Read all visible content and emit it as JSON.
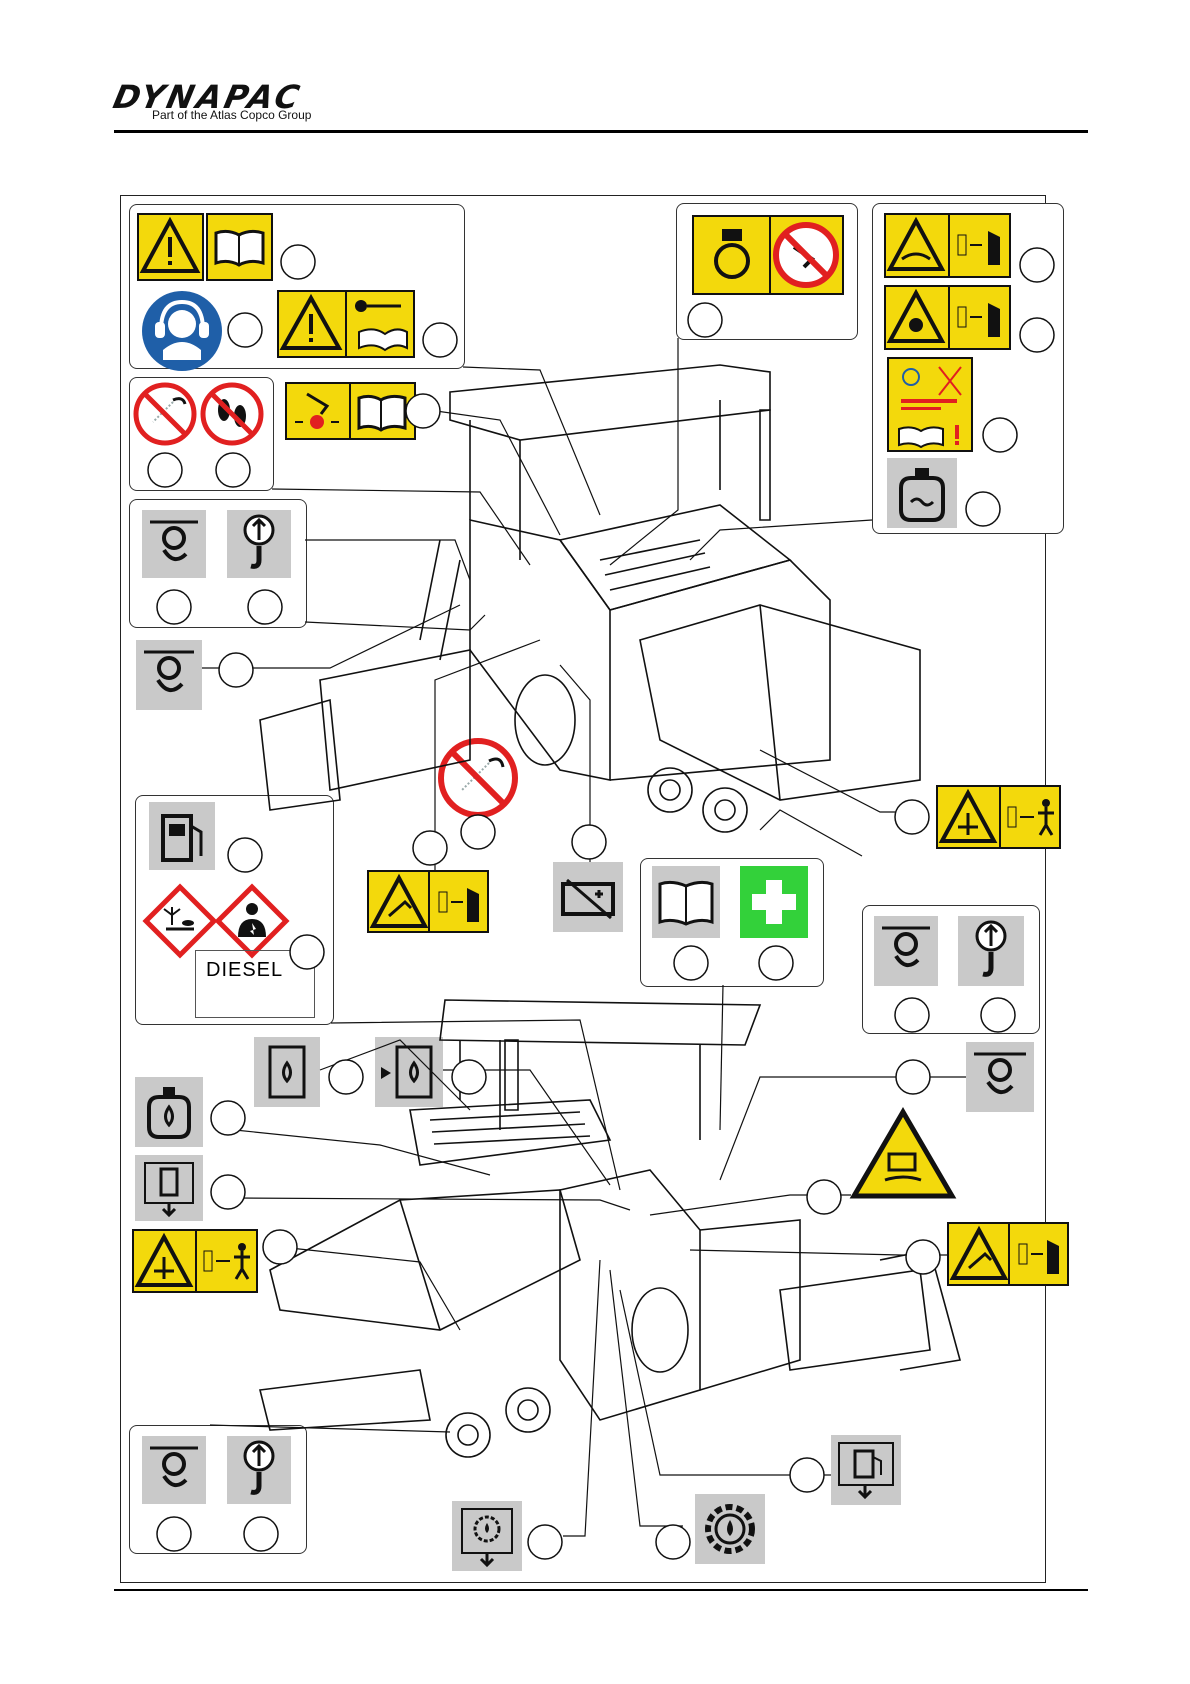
{
  "header": {
    "brand": "DYNAPAC",
    "tagline": "Part of the Atlas Copco Group"
  },
  "labels": {
    "diesel": "DIESEL"
  },
  "icons": [
    "warning-triangle-icon",
    "read-manual-icon",
    "ear-protection-icon",
    "warning-key-manual-icon",
    "no-water-spray-icon",
    "no-stepping-icon",
    "lift-lever-manual-icon",
    "hook-lift-icon",
    "lifting-point-icon",
    "fan-hand-warning-icon",
    "keep-hands-away-icon",
    "hot-surface-warning-icon",
    "antifreeze-label-icon",
    "coolant-level-icon",
    "engine-oil-icon",
    "no-hands-rotating-icon",
    "diesel-fuel-icon",
    "environment-hazard-icon",
    "health-hazard-icon",
    "crush-hazard-icon",
    "keep-distance-icon",
    "battery-icon",
    "first-aid-icon",
    "battery-acid-warning-icon",
    "hydraulic-oil-icon",
    "hydraulic-drain-icon",
    "gearbox-oil-icon",
    "gearbox-drain-icon",
    "fuel-drain-icon"
  ],
  "colors": {
    "warning_yellow": "#f3d90c",
    "sign_gray": "#c9c9c9",
    "prohibition_red": "#e12020",
    "mandatory_blue": "#1f5fa8",
    "first_aid_green": "#33d13a"
  }
}
